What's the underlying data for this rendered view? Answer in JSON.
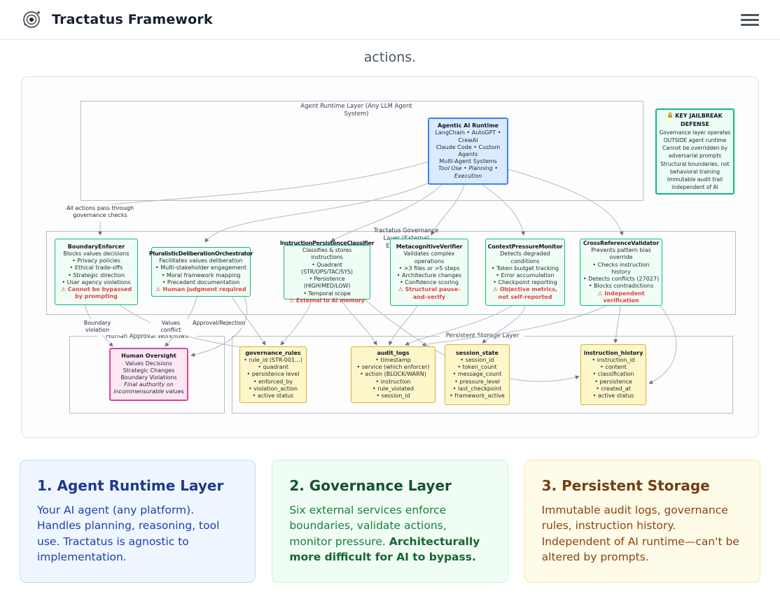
{
  "header": {
    "title": "Tractatus Framework"
  },
  "intro": {
    "trailing_text": "actions."
  },
  "colors": {
    "runtime_accent": "#3b82f6",
    "governance_accent": "#10b981",
    "human_accent": "#d6479b",
    "storage_accent": "#d9b13b",
    "warning_text": "#e04444"
  },
  "diagram": {
    "runtime_layer": {
      "label": "Agent Runtime Layer (Any LLM Agent System)",
      "runtime_box": {
        "title": "Agentic AI Runtime",
        "lines": [
          "LangChain • AutoGPT • CrewAI",
          "Claude Code • Custom Agents",
          "Multi-Agent Systems"
        ],
        "italic_line": "Tool Use • Planning • Execution"
      }
    },
    "jailbreak_box": {
      "title": "KEY JAILBREAK DEFENSE",
      "lines": [
        "Governance layer operates OUTSIDE agent runtime",
        "Cannot be overridden by adversarial prompts",
        "Structural boundaries, not behavioral training",
        "Immutable audit trail independent of AI"
      ]
    },
    "edge_labels": {
      "governance_checks": "All actions pass through governance checks",
      "boundary_violation": "Boundary violation",
      "values_conflict": "Values conflict",
      "approval_rejection": "Approval/Rejection"
    },
    "governance_layer": {
      "label": "Tractatus Governance Layer (External Enforcement)",
      "services": [
        {
          "title": "BoundaryEnforcer",
          "subtitle": "Blocks values decisions",
          "bullets": [
            "• Privacy policies",
            "• Ethical trade-offs",
            "• Strategic direction",
            "• User agency violations"
          ],
          "warning": "⚠ Cannot be bypassed by prompting"
        },
        {
          "title": "PluralisticDeliberationOrchestrator",
          "subtitle": "Facilitates values deliberation",
          "bullets": [
            "• Multi-stakeholder engagement",
            "• Moral framework mapping",
            "• Precedent documentation"
          ],
          "warning": "⚠ Human judgment required"
        },
        {
          "title": "InstructionPersistenceClassifier",
          "subtitle": "Classifies & stores instructions",
          "bullets": [
            "• Quadrant (STR/OPS/TAC/SYS)",
            "• Persistence (HIGH/MED/LOW)",
            "• Temporal scope"
          ],
          "warning": "⚠ External to AI memory"
        },
        {
          "title": "MetacognitiveVerifier",
          "subtitle": "Validates complex operations",
          "bullets": [
            "• >3 files or >5 steps",
            "• Architecture changes",
            "• Confidence scoring"
          ],
          "warning": "⚠ Structural pause-and-verify"
        },
        {
          "title": "ContextPressureMonitor",
          "subtitle": "Detects degraded conditions",
          "bullets": [
            "• Token budget tracking",
            "• Error accumulation",
            "• Checkpoint reporting"
          ],
          "warning": "⚠ Objective metrics, not self-reported"
        },
        {
          "title": "CrossReferenceValidator",
          "subtitle": "Prevents pattern bias override",
          "bullets": [
            "• Checks instruction history",
            "• Detects conflicts (27027)",
            "• Blocks contradictions"
          ],
          "warning": "⚠ Independent verification"
        }
      ]
    },
    "human_layer": {
      "label": "Human Approval Workflows",
      "box": {
        "title": "Human Oversight",
        "lines": [
          "Values Decisions",
          "Strategic Changes",
          "Boundary Violations"
        ],
        "italic_line": "Final authority on incommensurable values"
      }
    },
    "storage_layer": {
      "label": "Persistent Storage Layer",
      "stores": [
        {
          "title": "governance_rules",
          "fields": [
            "• rule_id (STR-001...)",
            "• quadrant",
            "• persistence level",
            "• enforced_by",
            "• violation_action",
            "• active status"
          ]
        },
        {
          "title": "audit_logs",
          "fields": [
            "• timestamp",
            "• service (which enforcer)",
            "• action (BLOCK/WARN)",
            "• instruction",
            "• rule_violated",
            "• session_id"
          ]
        },
        {
          "title": "session_state",
          "fields": [
            "• session_id",
            "• token_count",
            "• message_count",
            "• pressure_level",
            "• last_checkpoint",
            "• framework_active"
          ]
        },
        {
          "title": "instruction_history",
          "fields": [
            "• instruction_id",
            "• content",
            "• classification",
            "• persistence",
            "• created_at",
            "• active status"
          ]
        }
      ]
    }
  },
  "cards": [
    {
      "title": "1. Agent Runtime Layer",
      "body": "Your AI agent (any platform). Handles planning, reasoning, tool use. Tractatus is agnostic to implementation.",
      "bold": ""
    },
    {
      "title": "2. Governance Layer",
      "body": "Six external services enforce boundaries, validate actions, monitor pressure. ",
      "bold": "Architecturally more difficult for AI to bypass."
    },
    {
      "title": "3. Persistent Storage",
      "body": "Immutable audit logs, governance rules, instruction history. Independent of AI runtime—can't be altered by prompts.",
      "bold": ""
    }
  ]
}
